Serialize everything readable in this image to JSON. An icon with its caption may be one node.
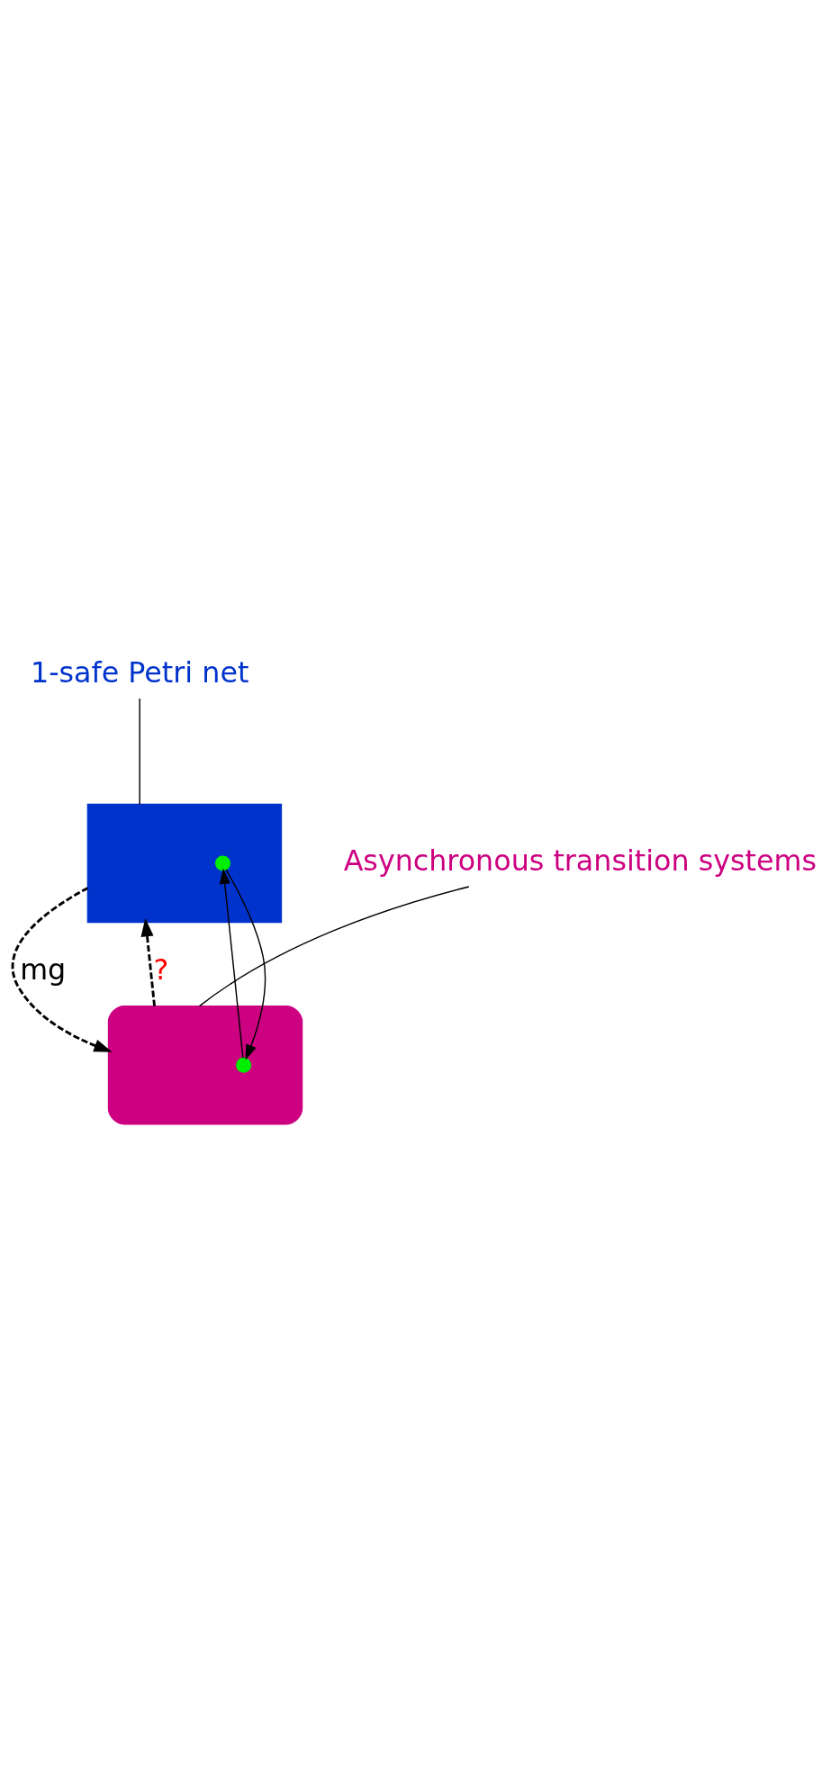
{
  "diagram": {
    "nodes": [
      {
        "text": [
          "1-safe Petri net"
        ]
      },
      {
        "text": [],
        "shape": "cylinder"
      },
      {
        "text": [
          "Asynchronous transition systems"
        ]
      },
      {
        "text": [],
        "shape": "ellipse"
      },
      {
        "text": [],
        "shape": "circle",
        "in": 1
      },
      {
        "text": [],
        "shape": "circle",
        "in": 3
      }
    ],
    "edges": [
      {
        "from": 0,
        "to": 1,
        "arrow": "none"
      },
      {
        "from": 2,
        "to": 3,
        "arrow": "none"
      },
      {
        "from": 1,
        "to": 3,
        "arrow": "to",
        "label": "mg",
        "style": "dashed"
      },
      {
        "from": 3,
        "to": 1,
        "arrow": "to",
        "label": "?",
        "style": "dashed"
      },
      {
        "from": 4,
        "to": 5,
        "arrow": "to"
      },
      {
        "from": 5,
        "to": 4,
        "arrow": "to"
      }
    ]
  }
}
